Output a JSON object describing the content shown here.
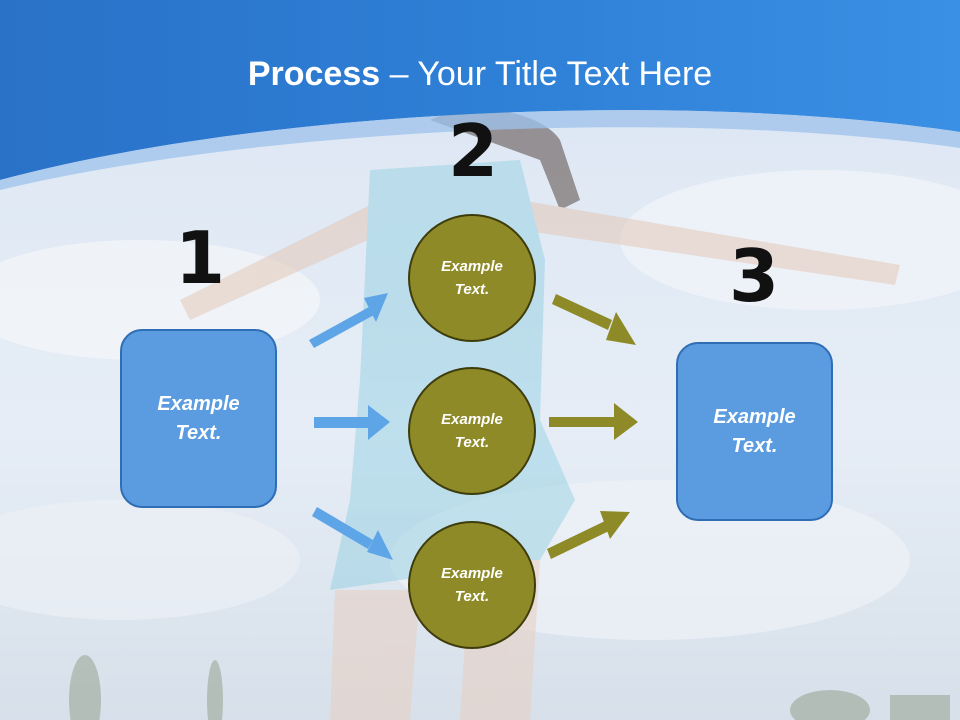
{
  "title": {
    "bold": "Process",
    "rest": " – Your Title Text Here"
  },
  "steps": {
    "one": "1",
    "two": "2",
    "three": "3"
  },
  "left_box": {
    "line1": "Example",
    "line2": "Text."
  },
  "circles": [
    {
      "line1": "Example",
      "line2": "Text."
    },
    {
      "line1": "Example",
      "line2": "Text."
    },
    {
      "line1": "Example",
      "line2": "Text."
    }
  ],
  "right_box": {
    "line1": "Example",
    "line2": "Text."
  },
  "colors": {
    "header_blue": "#2d7fd4",
    "box_fill": "#5b9be0",
    "circle_fill": "#8e8a28",
    "blue_arrow": "#5ea5e8",
    "olive_arrow": "#8e8a28"
  }
}
